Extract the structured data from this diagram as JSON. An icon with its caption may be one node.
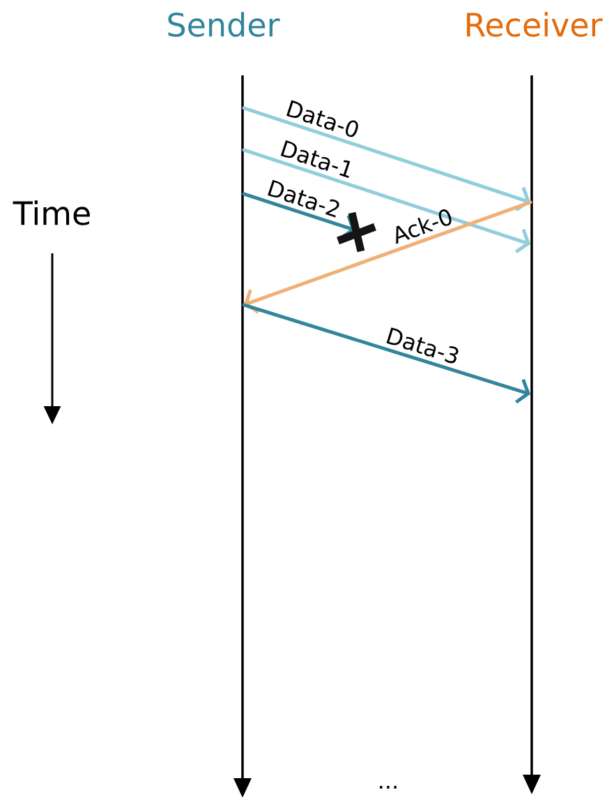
{
  "diagram": {
    "nodes": [
      {
        "text": [
          "Sender"
        ]
      },
      {
        "text": [
          "Receiver"
        ]
      },
      {
        "text": [],
        "shape": "bar"
      },
      {
        "text": [],
        "shape": "bar"
      }
    ],
    "edges": [
      {
        "from": 2,
        "to": 3,
        "arrow": "to",
        "label": "Data-0",
        "color": "#92cddc"
      },
      {
        "from": 2,
        "to": 3,
        "arrow": "to",
        "label": "Data-1",
        "color": "#92cddc"
      },
      {
        "from": 2,
        "to": null,
        "arrow": "to",
        "label": "Data-2",
        "color": "#31859c"
      },
      {
        "from": 3,
        "to": 2,
        "arrow": "to",
        "label": "Ack-0",
        "color": "#f0b077"
      },
      {
        "from": 2,
        "to": 3,
        "arrow": "to",
        "label": "Data-3",
        "color": "#31859c"
      }
    ],
    "labels": [
      "Time",
      "..."
    ]
  }
}
